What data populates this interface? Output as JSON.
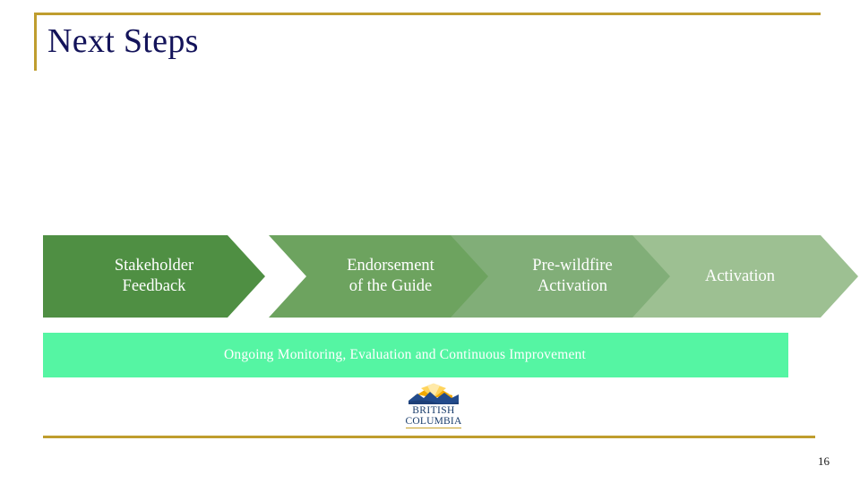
{
  "slide": {
    "title": "Next Steps",
    "page_number": "16",
    "accent_color": "#BF9D2E",
    "title_color": "#13135A"
  },
  "process": {
    "steps": [
      {
        "label": "Stakeholder\nFeedback",
        "line1": "Stakeholder",
        "line2": "Feedback",
        "color": "#4F8F43"
      },
      {
        "label": "Endorsement of the Guide",
        "line1": "Endorsement",
        "line2": "of the Guide",
        "color": "#6DA35F"
      },
      {
        "label": "Pre-wildfire Activation",
        "line1": "Pre-wildfire",
        "line2": "Activation",
        "color": "#81AE78"
      },
      {
        "label": "Activation",
        "line1": "Activation",
        "line2": "",
        "color": "#9DC092"
      }
    ]
  },
  "banner": {
    "label": "Ongoing Monitoring, Evaluation and Continuous Improvement",
    "color": "#55F5A3",
    "text_color": "#FFFFFF"
  },
  "logo": {
    "name": "british-columbia-logo",
    "line1": "BRITISH",
    "line2": "COLUMBIA",
    "sun_color": "#F2A900",
    "mountain_color": "#234B8B",
    "text_color": "#183C6B"
  }
}
